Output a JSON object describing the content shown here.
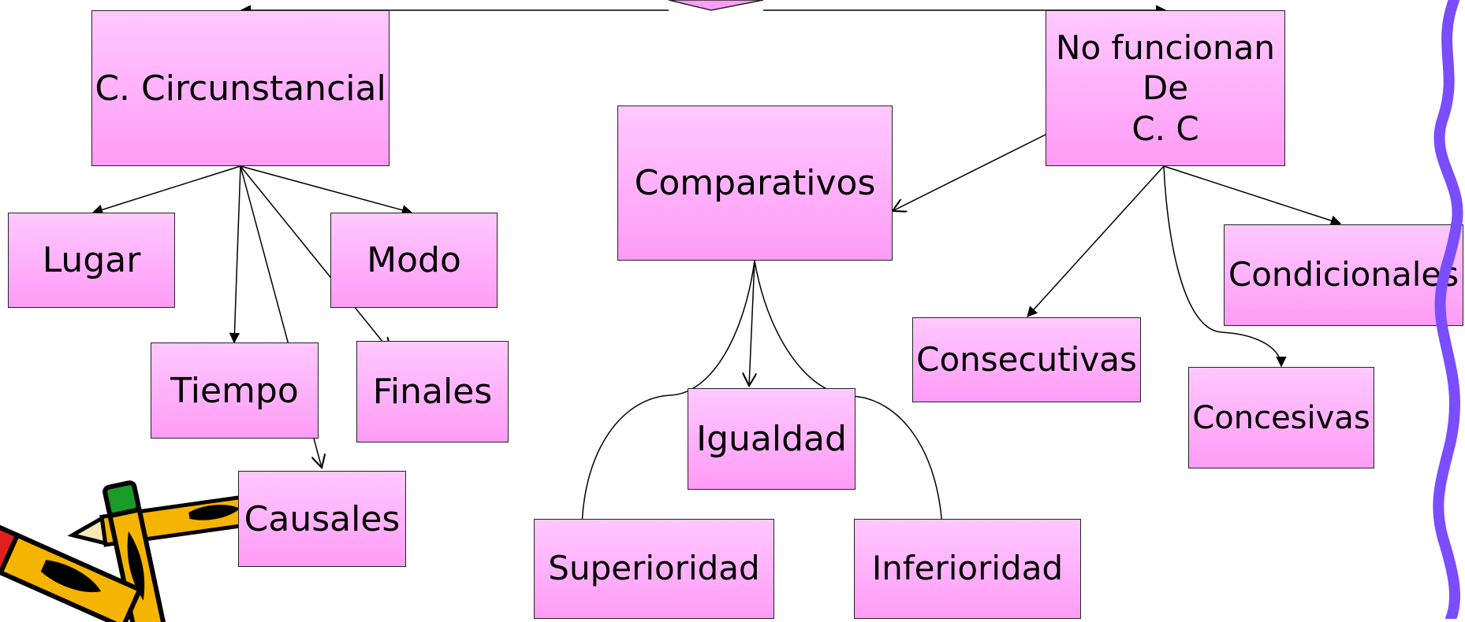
{
  "nodes": {
    "circunstancial": "C. Circunstancial",
    "no_funcionan": "No funcionan\nDe\nC. C",
    "comparativos": "Comparativos",
    "lugar": "Lugar",
    "modo": "Modo",
    "tiempo": "Tiempo",
    "finales": "Finales",
    "causales": "Causales",
    "igualdad": "Igualdad",
    "superioridad": "Superioridad",
    "inferioridad": "Inferioridad",
    "consecutivas": "Consecutivas",
    "condicionales": "Condicionales",
    "concesivas": "Concesivas"
  },
  "colors": {
    "node_top": "#ffc8ff",
    "node_bottom": "#ff9cf6",
    "border_wave": "#7a4dff",
    "pencil_yellow": "#f5b400",
    "pencil_green": "#1a9b2a",
    "pencil_red": "#e0201c"
  },
  "decorations": [
    "pencils-clipart",
    "wavy-border"
  ]
}
